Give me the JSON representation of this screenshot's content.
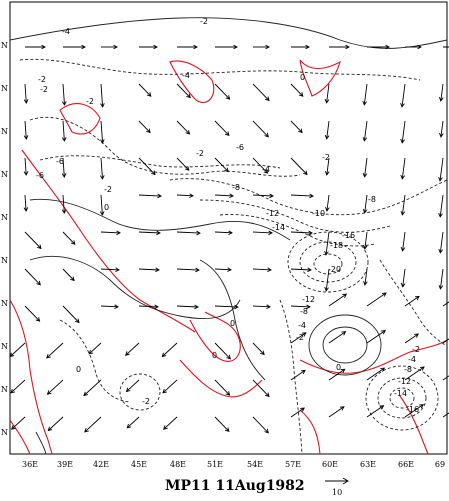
{
  "map": {
    "title": "MP11 11Aug1982",
    "lon_ticks": [
      "36E",
      "39E",
      "42E",
      "45E",
      "48E",
      "51E",
      "54E",
      "57E",
      "60E",
      "63E",
      "66E",
      "69"
    ],
    "lat_tick_label": "N",
    "lat_tick_count": 10,
    "reference_vector_label": "10",
    "contour_labels": [
      "-4",
      "-2",
      "-2",
      "0",
      "-2",
      "-4",
      "-2",
      "-6",
      "-6",
      "-2",
      "0",
      "-2",
      "-6",
      "-8",
      "-4",
      "-2",
      "-12",
      "-10",
      "-8",
      "-14",
      "-16",
      "-18",
      "-20",
      "-12",
      "-8",
      "-4",
      "-2",
      "0",
      "-2",
      "-4",
      "-8",
      "-12",
      "-14",
      "-16",
      "0",
      "-2",
      "0",
      "0"
    ],
    "colors": {
      "coastline": "#e8101c",
      "contour": "#222222",
      "vector": "#000000"
    }
  }
}
